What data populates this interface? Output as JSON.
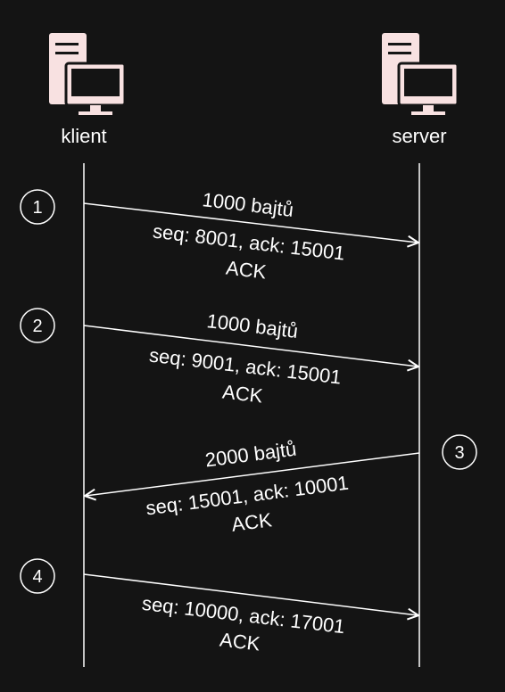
{
  "participants": [
    {
      "id": "client",
      "label": "klient"
    },
    {
      "id": "server",
      "label": "server"
    }
  ],
  "colors": {
    "background": "#141414",
    "line": "#ffffff",
    "icon_fill": "#f8e1e1"
  },
  "messages": [
    {
      "step": "1",
      "from": "client",
      "to": "server",
      "label_top": "1000 bajtů",
      "label_bottom": "seq: 8001, ack: 15001",
      "label_flag": "ACK"
    },
    {
      "step": "2",
      "from": "client",
      "to": "server",
      "label_top": "1000 bajtů",
      "label_bottom": "seq: 9001, ack: 15001",
      "label_flag": "ACK"
    },
    {
      "step": "3",
      "from": "server",
      "to": "client",
      "label_top": "2000 bajtů",
      "label_bottom": "seq: 15001, ack: 10001",
      "label_flag": "ACK"
    },
    {
      "step": "4",
      "from": "client",
      "to": "server",
      "label_top": "",
      "label_bottom": "seq: 10000, ack: 17001",
      "label_flag": "ACK"
    }
  ]
}
